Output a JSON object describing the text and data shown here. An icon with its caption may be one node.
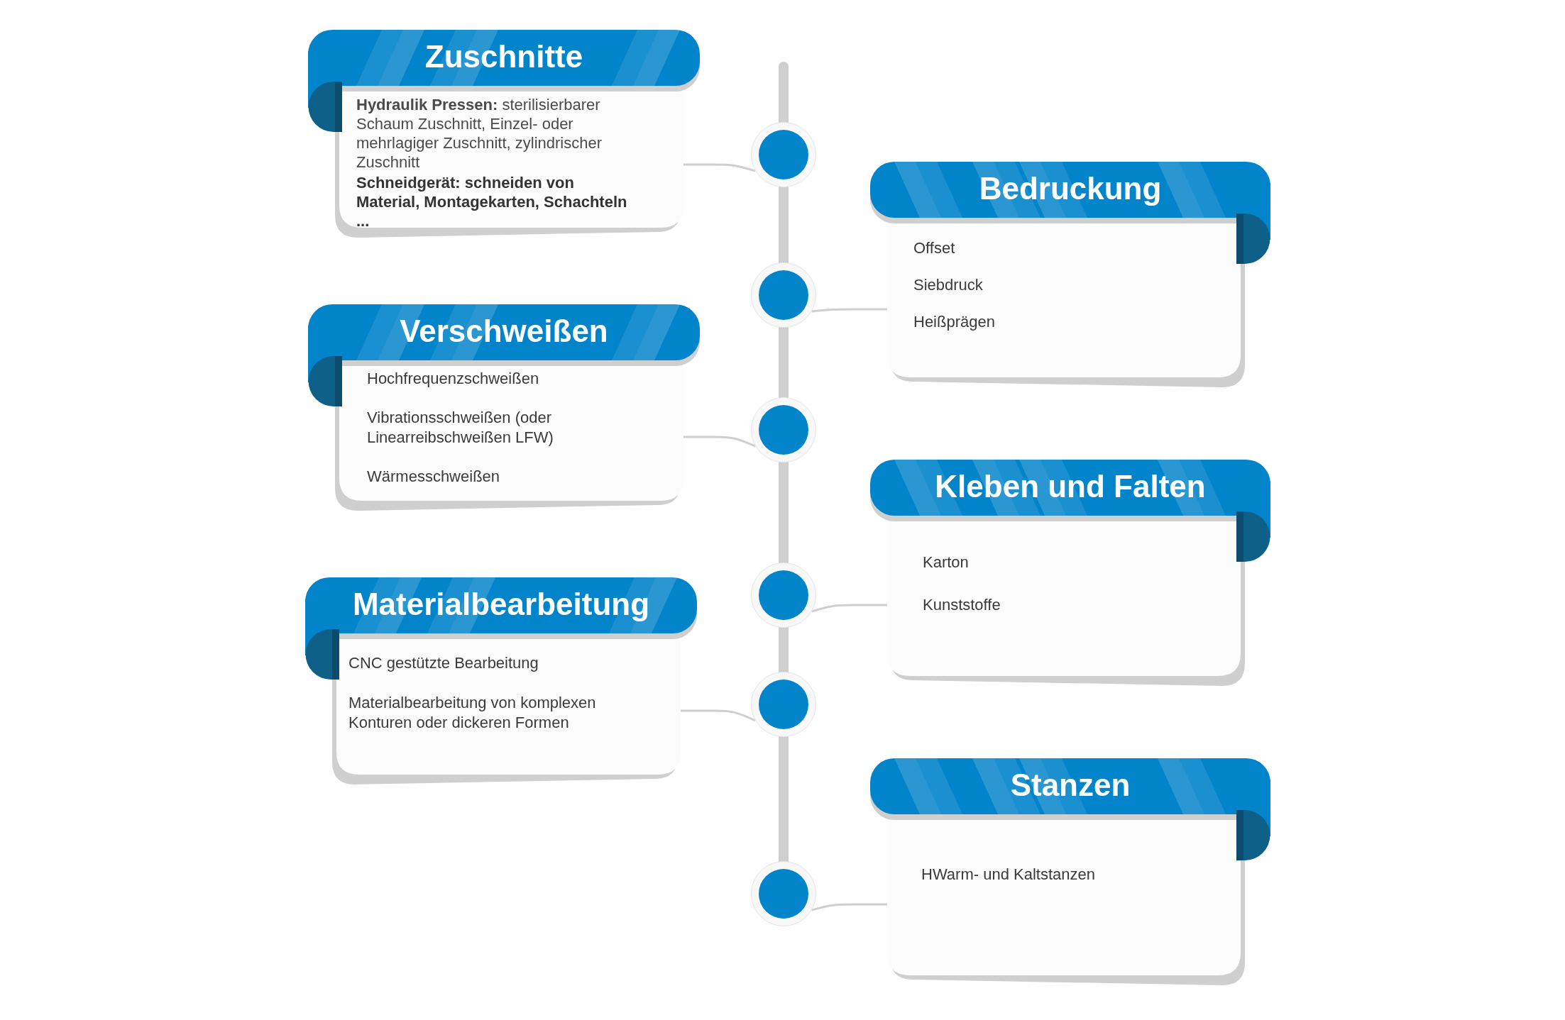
{
  "diagram": {
    "nodes": [
      {
        "text": [
          "Zuschnitte",
          "**Hydraulik Pressen:** sterilisierbarer Schaum Zuschnitt, Einzel- oder mehrlagiger Zuschnitt, zylindrischer Zuschnitt",
          "Schneidgerät: schneiden von Material, Montagekarten, Schachteln ..."
        ]
      },
      {
        "text": [
          "Bedruckung",
          "Offset",
          "Siebdruck",
          "Heißprägen"
        ]
      },
      {
        "text": [
          "Verschweißen",
          "Hochfrequenzschweißen",
          "Vibrationsschweißen (oder Linearreibschweißen LFW)",
          "Wärmesschweißen"
        ]
      },
      {
        "text": [
          "Kleben und Falten",
          "Karton",
          "Kunststoffe"
        ]
      },
      {
        "text": [
          "Materialbearbeitung",
          "CNC gestützte Bearbeitung",
          "Materialbearbeitung von komplexen Konturen oder dickeren Formen"
        ]
      },
      {
        "text": [
          "Stanzen",
          "HWarm- und Kaltstanzen"
        ]
      },
      {
        "text": [],
        "shape": "circle"
      },
      {
        "text": [],
        "shape": "circle"
      },
      {
        "text": [],
        "shape": "circle"
      },
      {
        "text": [],
        "shape": "circle"
      },
      {
        "text": [],
        "shape": "circle"
      },
      {
        "text": [],
        "shape": "circle"
      }
    ],
    "edges": [
      {
        "from": 6,
        "to": 0,
        "arrow": "none"
      },
      {
        "from": 7,
        "to": 1,
        "arrow": "none"
      },
      {
        "from": 8,
        "to": 2,
        "arrow": "none"
      },
      {
        "from": 9,
        "to": 3,
        "arrow": "none"
      },
      {
        "from": 10,
        "to": 4,
        "arrow": "none"
      },
      {
        "from": 11,
        "to": 5,
        "arrow": "none"
      },
      {
        "from": null,
        "to": 6,
        "arrow": "none",
        "style": "thick"
      },
      {
        "from": 6,
        "to": 7,
        "arrow": "none",
        "style": "thick"
      },
      {
        "from": 7,
        "to": 8,
        "arrow": "none",
        "style": "thick"
      },
      {
        "from": 8,
        "to": 9,
        "arrow": "none",
        "style": "thick"
      },
      {
        "from": 9,
        "to": 10,
        "arrow": "none",
        "style": "thick"
      },
      {
        "from": 10,
        "to": 11,
        "arrow": "none",
        "style": "thick"
      }
    ]
  }
}
